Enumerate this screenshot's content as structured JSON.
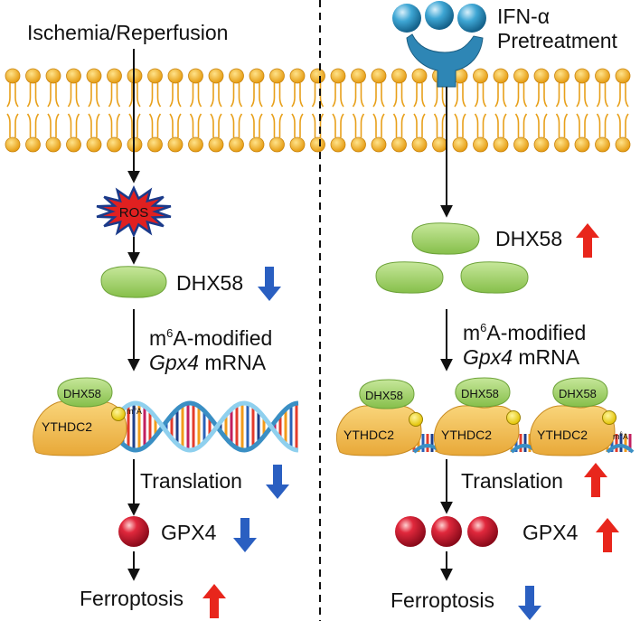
{
  "left": {
    "stimulus": "Ischemia/Reperfusion",
    "ros": "ROS",
    "dhx58": "DHX58",
    "mrna_prefix": "m",
    "mrna_sup": "6",
    "mrna_suffix": "A-modified",
    "gpx4_gene": "Gpx4",
    "mrna_word": " mRNA",
    "complex_dhx58": "DHX58",
    "complex_ythdc2": "YTHDC2",
    "m6a_prefix": "m",
    "m6a_sup": "6",
    "m6a_suffix": "A",
    "translation": "Translation",
    "gpx4": "GPX4",
    "ferroptosis": "Ferroptosis"
  },
  "right": {
    "stimulus_line1": "IFN-α",
    "stimulus_line2": "Pretreatment",
    "dhx58": "DHX58",
    "mrna_prefix": "m",
    "mrna_sup": "6",
    "mrna_suffix": "A-modified",
    "gpx4_gene": "Gpx4",
    "mrna_word": " mRNA",
    "complex_dhx58": "DHX58",
    "complex_ythdc2": "YTHDC2",
    "m6a_prefix": "m",
    "m6a_sup": "6",
    "m6a_suffix": "A",
    "translation": "Translation",
    "gpx4": "GPX4",
    "ferroptosis": "Ferroptosis"
  },
  "colors": {
    "up_arrow": "#e8261c",
    "down_arrow": "#2a5fc1",
    "membrane_head": "#f3b21f",
    "dhx58_green": "#a6d36a",
    "ythdc2_yellow": "#f3c35a",
    "gpx4_red": "#c8102e",
    "ros_red": "#e02020",
    "receptor_blue": "#2e86b5"
  },
  "icons": {
    "up": "up-arrow-icon",
    "down": "down-arrow-icon"
  }
}
